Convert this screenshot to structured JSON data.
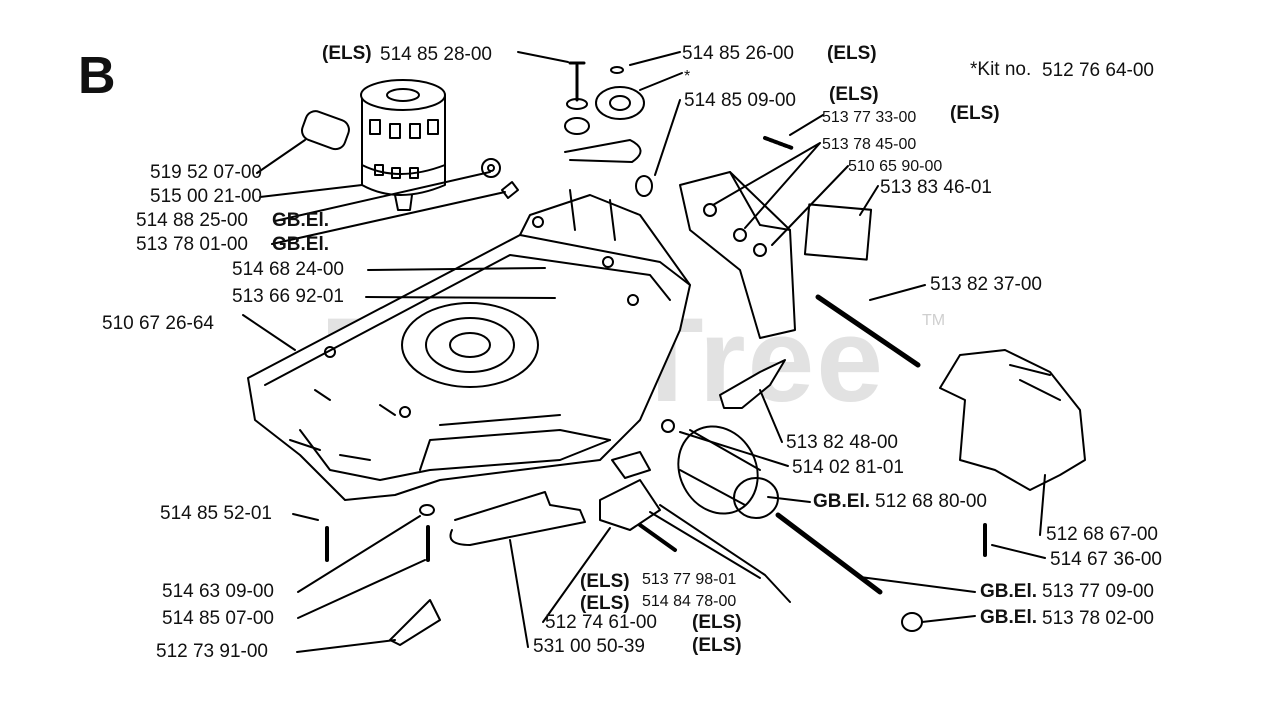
{
  "section_letter": "B",
  "watermark": "PartsTree",
  "trademark": "TM",
  "kit": {
    "prefix": "*Kit no.",
    "number": "512 76 64-00"
  },
  "labels": {
    "p514852800": "514 85 28-00",
    "els_1": "(ELS)",
    "p514852600": "514 85 26-00",
    "els_2": "(ELS)",
    "asterisk": "*",
    "p514850900": "514 85 09-00",
    "els_3": "(ELS)",
    "p513773300": "513 77 33-00",
    "els_4": "(ELS)",
    "p513784500": "513 78 45-00",
    "p510659000": "510 65 90-00",
    "p513834601": "513 83 46-01",
    "p519520700": "519 52 07-00",
    "p515002100": "515 00 21-00",
    "p514882500": "514 88 25-00",
    "gbel_1": "GB.El.",
    "p513780100": "513 78 01-00",
    "gbel_2": "GB.El.",
    "p514682400": "514 68 24-00",
    "p513669201": "513 66 92-01",
    "p510672664": "510 67 26-64",
    "p513823700": "513 82 37-00",
    "p513824800": "513 82 48-00",
    "p514028101": "514 02 81-01",
    "p512688000": "512 68 80-00",
    "gbel_3": "GB.El.",
    "p514855201": "514 85 52-01",
    "p512686700": "512 68 67-00",
    "p514673600": "514 67 36-00",
    "p514630900": "514 63 09-00",
    "p513779801": "513 77 98-01",
    "els_5": "(ELS)",
    "p514847800": "514 84 78-00",
    "els_6": "(ELS)",
    "p513770900": "513 77 09-00",
    "gbel_4": "GB.El.",
    "p514850700": "514 85 07-00",
    "p513780200": "513 78 02-00",
    "gbel_5": "GB.El.",
    "p512746100": "512 74 61-00",
    "els_7": "(ELS)",
    "p512739100": "512 73 91-00",
    "p531005039": "531 00 50-39",
    "els_8": "(ELS)"
  }
}
